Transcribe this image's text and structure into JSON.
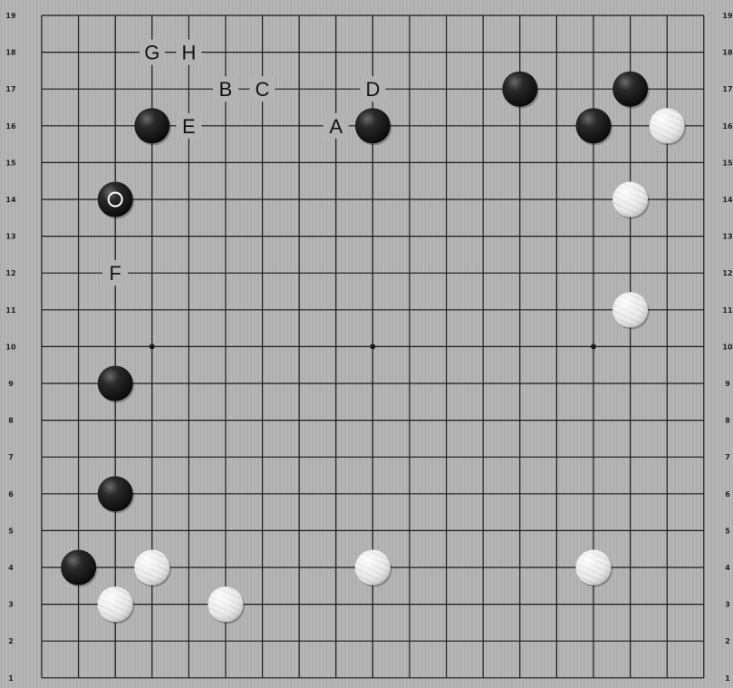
{
  "board": {
    "size": 19,
    "row_labels": [
      "19",
      "18",
      "17",
      "16",
      "15",
      "14",
      "13",
      "12",
      "11",
      "10",
      "9",
      "8",
      "7",
      "6",
      "5",
      "4",
      "3",
      "2",
      "1"
    ],
    "star_points": [
      {
        "col": 4,
        "row": 10
      },
      {
        "col": 10,
        "row": 10
      },
      {
        "col": 16,
        "row": 10
      }
    ],
    "colors": {
      "board": "#b3b3b3",
      "line": "#1a1a1a",
      "black_stone": "#1c1c1c",
      "white_stone": "#e6e6e6"
    }
  },
  "stones": [
    {
      "color": "black",
      "col": 4,
      "row": 16
    },
    {
      "color": "black",
      "col": 3,
      "row": 14,
      "last_move": true
    },
    {
      "color": "black",
      "col": 3,
      "row": 9
    },
    {
      "color": "black",
      "col": 3,
      "row": 6
    },
    {
      "color": "black",
      "col": 2,
      "row": 4
    },
    {
      "color": "black",
      "col": 10,
      "row": 16
    },
    {
      "color": "black",
      "col": 14,
      "row": 17
    },
    {
      "color": "black",
      "col": 16,
      "row": 16
    },
    {
      "color": "black",
      "col": 17,
      "row": 17
    },
    {
      "color": "white",
      "col": 18,
      "row": 16
    },
    {
      "color": "white",
      "col": 17,
      "row": 14
    },
    {
      "color": "white",
      "col": 17,
      "row": 11
    },
    {
      "color": "white",
      "col": 4,
      "row": 4
    },
    {
      "color": "white",
      "col": 3,
      "row": 3
    },
    {
      "color": "white",
      "col": 6,
      "row": 3
    },
    {
      "color": "white",
      "col": 10,
      "row": 4
    },
    {
      "color": "white",
      "col": 16,
      "row": 4
    }
  ],
  "markers": [
    {
      "label": "G",
      "col": 4,
      "row": 18
    },
    {
      "label": "H",
      "col": 5,
      "row": 18
    },
    {
      "label": "B",
      "col": 6,
      "row": 17
    },
    {
      "label": "C",
      "col": 7,
      "row": 17
    },
    {
      "label": "D",
      "col": 10,
      "row": 17
    },
    {
      "label": "E",
      "col": 5,
      "row": 16
    },
    {
      "label": "A",
      "col": 9,
      "row": 16
    },
    {
      "label": "F",
      "col": 3,
      "row": 12
    }
  ]
}
